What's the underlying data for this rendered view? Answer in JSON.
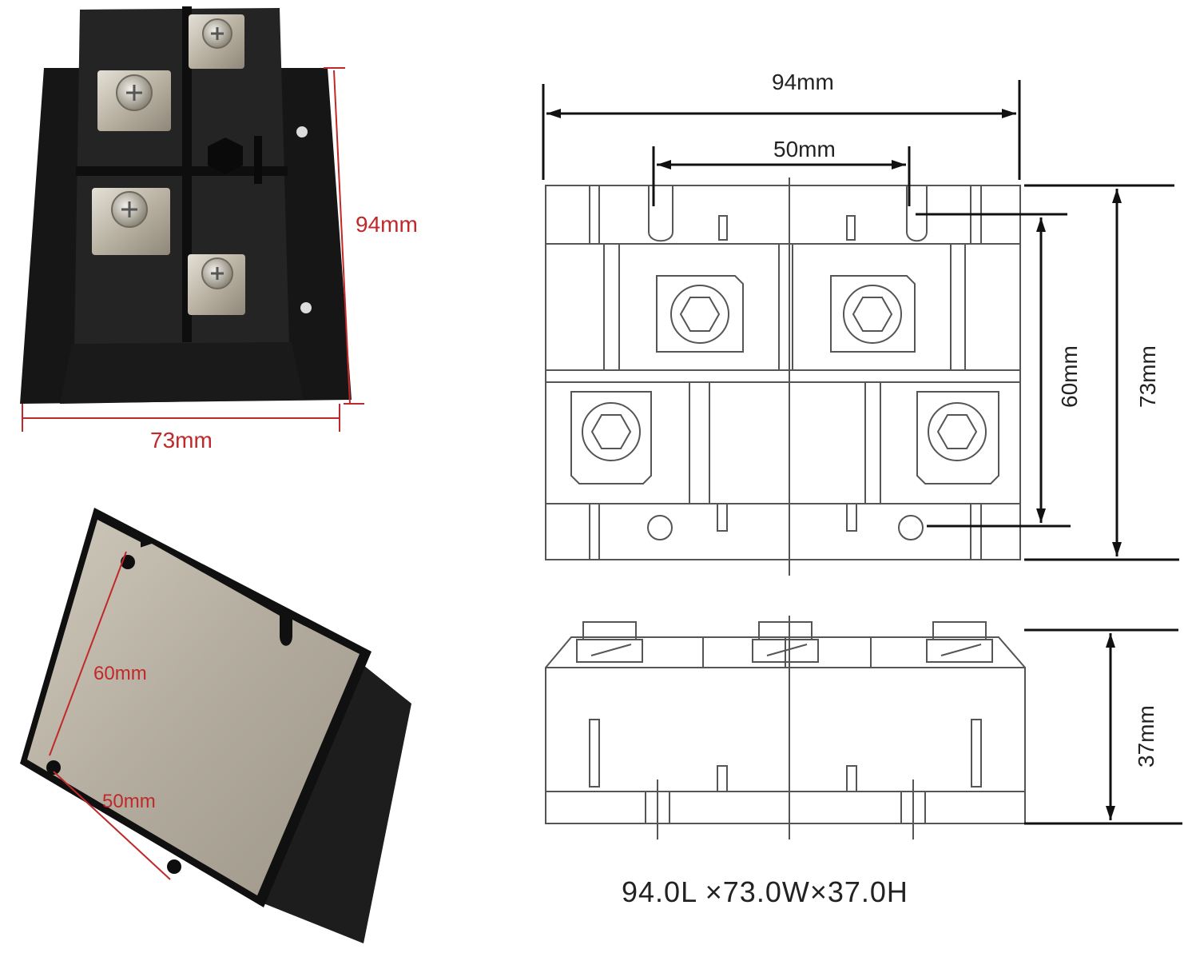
{
  "photo_top": {
    "width_label": "73mm",
    "height_label": "94mm"
  },
  "photo_bottom": {
    "vertical_label": "60mm",
    "horizontal_label": "50mm"
  },
  "drawing": {
    "overall_width_label": "94mm",
    "hole_spacing_label": "50mm",
    "hole_vertical_label": "60mm",
    "overall_height_label": "73mm",
    "side_height_label": "37mm",
    "caption": "94.0L ×73.0W×37.0H"
  },
  "colors": {
    "dimension_red": "#c0282a",
    "module_body": "#1c1c1c",
    "terminal_metal": "#c9c3b4",
    "baseplate": "#bdb6a8"
  }
}
